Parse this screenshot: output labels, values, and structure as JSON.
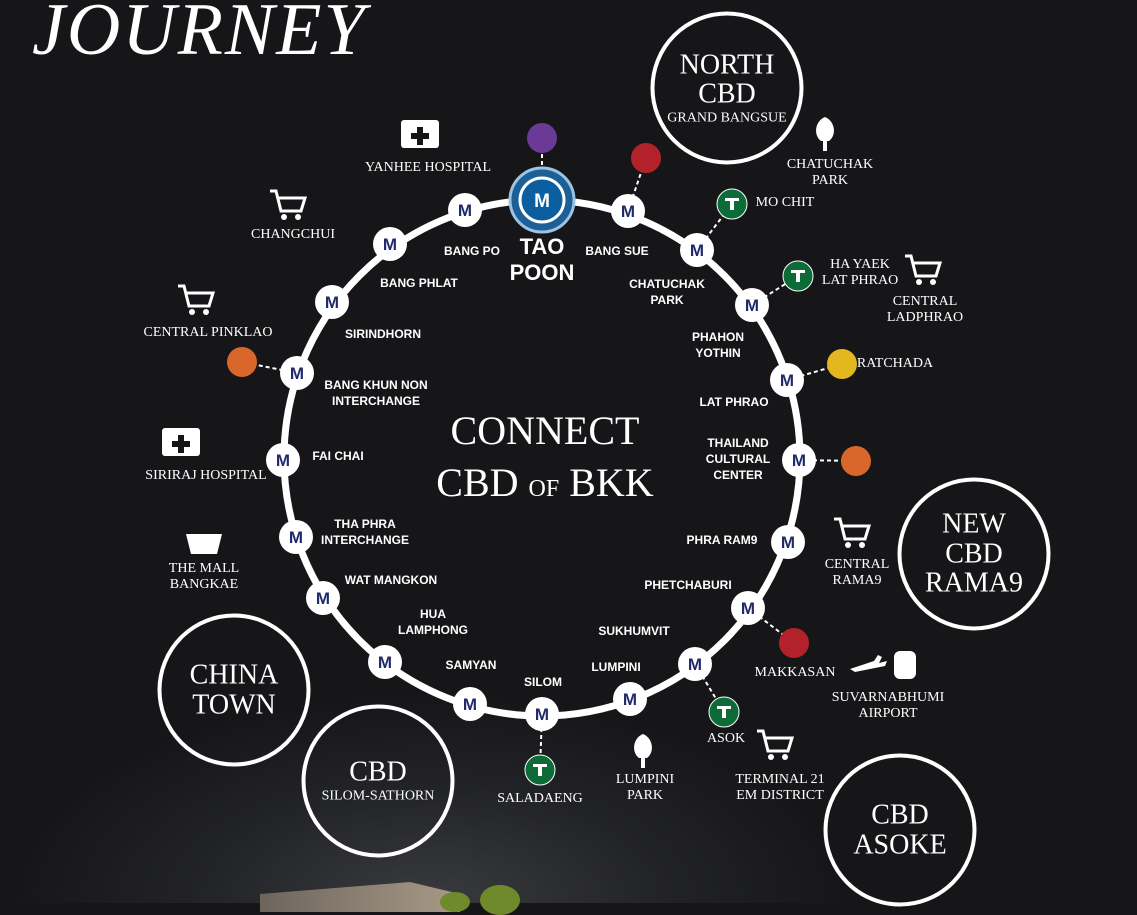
{
  "title": "JOURNEY",
  "center": {
    "line1": "CONNECT",
    "line2a": "CBD",
    "line2b": "OF",
    "line2c": "BKK"
  },
  "hub": {
    "name_line1": "TAO",
    "name_line2": "POON",
    "marker": "M"
  },
  "stations": [
    {
      "name": "BANG SUE"
    },
    {
      "name": "CHATUCHAK\nPARK"
    },
    {
      "name": "PHAHON\nYOTHIN"
    },
    {
      "name": "LAT PHRAO"
    },
    {
      "name": "THAILAND\nCULTURAL\nCENTER"
    },
    {
      "name": "PHRA RAM9"
    },
    {
      "name": "PHETCHABURI"
    },
    {
      "name": "SUKHUMVIT"
    },
    {
      "name": "LUMPINI"
    },
    {
      "name": "SILOM"
    },
    {
      "name": "SAMYAN"
    },
    {
      "name": "HUA\nLAMPHONG"
    },
    {
      "name": "WAT MANGKON"
    },
    {
      "name": "THA PHRA\nINTERCHANGE"
    },
    {
      "name": "FAI CHAI"
    },
    {
      "name": "BANG KHUN NON\nINTERCHANGE"
    },
    {
      "name": "SIRINDHORN"
    },
    {
      "name": "BANG PHLAT"
    },
    {
      "name": "BANG PO"
    }
  ],
  "station_marker": "M",
  "interchanges": [
    {
      "type": "dot",
      "color": "#6b3a96"
    },
    {
      "type": "dot",
      "color": "#b3222a"
    },
    {
      "type": "bts",
      "color": "#0c6b36"
    },
    {
      "type": "bts",
      "color": "#0c6b36"
    },
    {
      "type": "dot",
      "color": "#e2b720"
    },
    {
      "type": "dot",
      "color": "#d9662a"
    },
    {
      "type": "dot",
      "color": "#b3222a"
    },
    {
      "type": "bts",
      "color": "#0c6b36"
    },
    {
      "type": "bts",
      "color": "#0c6b36"
    },
    {
      "type": "dot",
      "color": "#d9662a"
    }
  ],
  "pois": [
    {
      "label": "YANHEE HOSPITAL",
      "icon": "medical-kit-icon"
    },
    {
      "label": "CHANGCHUI",
      "icon": "shopping-cart-icon"
    },
    {
      "label": "CENTRAL PINKLAO",
      "icon": "shopping-cart-icon"
    },
    {
      "label": "SIRIRAJ HOSPITAL",
      "icon": "medical-kit-icon"
    },
    {
      "label": "THE MALL\nBANGKAE",
      "icon": "shopping-basket-icon"
    },
    {
      "label": "CHATUCHAK\nPARK",
      "icon": "tree-icon"
    },
    {
      "label": "MO CHIT",
      "icon": ""
    },
    {
      "label": "HA YAEK\nLAT PHRAO",
      "icon": ""
    },
    {
      "label": "CENTRAL\nLADPHRAO",
      "icon": "shopping-cart-icon"
    },
    {
      "label": "RATCHADA",
      "icon": ""
    },
    {
      "label": "CENTRAL\nRAMA9",
      "icon": "shopping-cart-icon"
    },
    {
      "label": "MAKKASAN",
      "icon": ""
    },
    {
      "label": "SUVARNABHUMI\nAIRPORT",
      "icon": "airport-train-icon"
    },
    {
      "label": "ASOK",
      "icon": ""
    },
    {
      "label": "TERMINAL 21\nEM DISTRICT",
      "icon": "shopping-cart-icon"
    },
    {
      "label": "LUMPINI\nPARK",
      "icon": "tree-icon"
    },
    {
      "label": "SALADAENG",
      "icon": ""
    }
  ],
  "districts": [
    {
      "big": "NORTH\nCBD",
      "small": "GRAND BANGSUE"
    },
    {
      "big": "NEW\nCBD\nRAMA9",
      "small": ""
    },
    {
      "big": "CBD\nASOKE",
      "small": ""
    },
    {
      "big": "CHINA\nTOWN",
      "small": ""
    },
    {
      "big": "CBD",
      "small": "SILOM-SATHORN"
    }
  ]
}
